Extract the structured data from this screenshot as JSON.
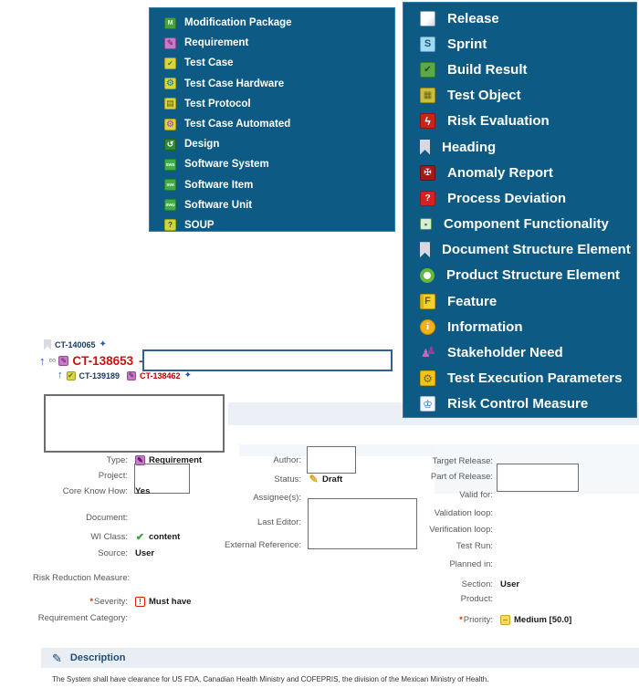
{
  "menu_left": {
    "items": [
      {
        "label": "Modification Package",
        "icon": "modification-package"
      },
      {
        "label": "Requirement",
        "icon": "requirement"
      },
      {
        "label": "Test Case",
        "icon": "test-case"
      },
      {
        "label": "Test Case Hardware",
        "icon": "test-case-hardware"
      },
      {
        "label": "Test Protocol",
        "icon": "test-protocol"
      },
      {
        "label": "Test Case Automated",
        "icon": "test-case-automated"
      },
      {
        "label": "Design",
        "icon": "design"
      },
      {
        "label": "Software System",
        "icon": "software-system"
      },
      {
        "label": "Software Item",
        "icon": "software-item"
      },
      {
        "label": "Software Unit",
        "icon": "software-unit"
      },
      {
        "label": "SOUP",
        "icon": "soup"
      }
    ]
  },
  "menu_right": {
    "items": [
      {
        "label": "Release",
        "icon": "release"
      },
      {
        "label": "Sprint",
        "icon": "sprint"
      },
      {
        "label": "Build Result",
        "icon": "build-result"
      },
      {
        "label": "Test Object",
        "icon": "test-object"
      },
      {
        "label": "Risk Evaluation",
        "icon": "risk-evaluation"
      },
      {
        "label": "Heading",
        "icon": "heading"
      },
      {
        "label": "Anomaly Report",
        "icon": "anomaly-report"
      },
      {
        "label": "Process Deviation",
        "icon": "process-deviation"
      },
      {
        "label": "Component Functionality",
        "icon": "component-functionality"
      },
      {
        "label": "Document Structure Element",
        "icon": "document-structure"
      },
      {
        "label": "Product Structure Element",
        "icon": "product-structure"
      },
      {
        "label": "Feature",
        "icon": "feature"
      },
      {
        "label": "Information",
        "icon": "information"
      },
      {
        "label": "Stakeholder Need",
        "icon": "stakeholder-need"
      },
      {
        "label": "Test Execution Parameters",
        "icon": "test-execution-parameters"
      },
      {
        "label": "Risk Control Measure",
        "icon": "risk-control-measure"
      }
    ]
  },
  "links": {
    "parent_id": "CT-140065",
    "parent_add_symbol": "✦",
    "current_id": "CT-138653",
    "current_separator": "-",
    "title_value": "",
    "child1_id": "CT-139189",
    "child2_id": "CT-138462",
    "child_add_symbol": "✦",
    "up_arrow_symbol": "↑",
    "link_symbol": "∞"
  },
  "form": {
    "left_rows": [
      {
        "label": "Type:",
        "value": "Requirement",
        "icon": "requirement"
      },
      {
        "label": "Project:",
        "value": ""
      },
      {
        "label": "Core Know How:",
        "value": "Yes"
      },
      {
        "label": "Document:",
        "value": ""
      },
      {
        "label": "WI Class:",
        "value": "content",
        "icon": "check"
      },
      {
        "label": "Source:",
        "value": "User"
      },
      {
        "label": "Risk Reduction Measure:",
        "value": ""
      },
      {
        "label": "Severity:",
        "value": "Must have",
        "icon": "severity",
        "required": true
      },
      {
        "label": "Requirement Category:",
        "value": ""
      }
    ],
    "middle_rows": [
      {
        "label": "Author:",
        "value": ""
      },
      {
        "label": "Status:",
        "value": "Draft",
        "icon": "draft-pencil"
      },
      {
        "label": "Assignee(s):",
        "value": ""
      },
      {
        "label": "Last Editor:",
        "value": ""
      },
      {
        "label": "External Reference:",
        "value": ""
      }
    ],
    "right_rows": [
      {
        "label": "Target Release:",
        "value": ""
      },
      {
        "label": "Part of Release:",
        "value": ""
      },
      {
        "label": "Valid for:",
        "value": ""
      },
      {
        "label": "Validation loop:",
        "value": ""
      },
      {
        "label": "Verification loop:",
        "value": ""
      },
      {
        "label": "Test Run:",
        "value": ""
      },
      {
        "label": "Planned in:",
        "value": ""
      },
      {
        "label": "Section:",
        "value": "User"
      },
      {
        "label": "Product:",
        "value": ""
      },
      {
        "label": "Priority:",
        "value": "Medium [50.0]",
        "icon": "priority-medium",
        "required": true
      }
    ]
  },
  "description": {
    "title": "Description",
    "text": "The System shall have clearance for US FDA, Canadian Health Ministry and COFEPRIS, the division of the Mexican Ministry of Health."
  },
  "colors": {
    "menu_background": "#0d5a85",
    "menu_text": "#ffffff",
    "current_id_red": "#cc1111",
    "work_item_navy": "#1b3a66",
    "link_blue": "#2456a8",
    "section_header_blue": "#1c4e78",
    "section_header_background": "#e9eef4"
  }
}
